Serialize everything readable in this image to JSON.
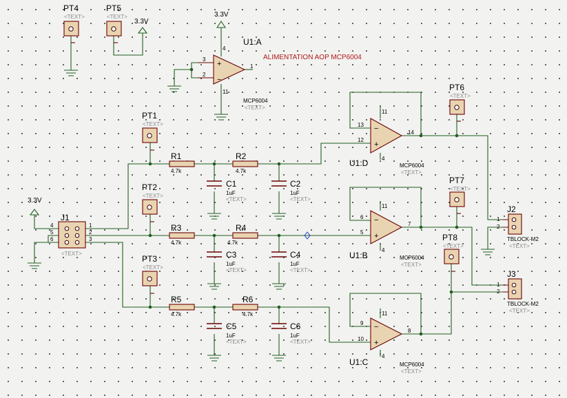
{
  "text_placeholder": "<TEXT>",
  "supply_label": "3.3V",
  "annotation": "ALIMENTATION AOP MCP6004",
  "opamps": {
    "a": {
      "ref": "U1:A",
      "part": "MCP6004",
      "pins": {
        "in_plus": "3",
        "in_minus": "2",
        "out": "1",
        "vdd": "4",
        "vss": "11"
      }
    },
    "d": {
      "ref": "U1:D",
      "part": "MCP6004",
      "pins": {
        "in_minus": "13",
        "in_plus": "12",
        "out": "14",
        "vdd": "11",
        "vss": "4"
      }
    },
    "b": {
      "ref": "U1:B",
      "part": "MCP6004",
      "pins": {
        "in_minus": "6",
        "in_plus": "5",
        "out": "7",
        "vdd": "11",
        "vss": "4"
      }
    },
    "c": {
      "ref": "U1:C",
      "part": "MCP6004",
      "pins": {
        "in_minus": "9",
        "in_plus": "10",
        "out": "8",
        "vdd": "11",
        "vss": "4"
      }
    }
  },
  "resistors": {
    "r1": {
      "ref": "R1",
      "value": "4.7k"
    },
    "r2": {
      "ref": "R2",
      "value": "4.7k"
    },
    "r3": {
      "ref": "R3",
      "value": "4.7k"
    },
    "r4": {
      "ref": "R4",
      "value": "4.7k"
    },
    "r5": {
      "ref": "R5",
      "value": "4.7k"
    },
    "r6": {
      "ref": "R6",
      "value": "4.7k"
    }
  },
  "capacitors": {
    "c1": {
      "ref": "C1",
      "value": "1uF"
    },
    "c2": {
      "ref": "C2",
      "value": "1uF"
    },
    "c3": {
      "ref": "C3",
      "value": "1uF"
    },
    "c4": {
      "ref": "C4",
      "value": "1uF"
    },
    "c5": {
      "ref": "C5",
      "value": "1uF"
    },
    "c6": {
      "ref": "C6",
      "value": "1uF"
    }
  },
  "test_points": {
    "pt1": "PT1",
    "pt2": "PT2",
    "pt3": "PT3",
    "pt4": "PT4",
    "pt5": "PT5",
    "pt6": "PT6",
    "pt7": "PT7",
    "pt8": "PT8"
  },
  "connectors": {
    "j1": {
      "ref": "J1",
      "pins": [
        "1",
        "2",
        "3",
        "4",
        "5",
        "6"
      ]
    },
    "j2": {
      "ref": "J2",
      "part": "TBLOCK-M2",
      "pins": [
        "1",
        "2"
      ]
    },
    "j3": {
      "ref": "J3",
      "part": "TBLOCK-M2",
      "pins": [
        "1",
        "2"
      ]
    }
  },
  "signs": {
    "plus": "+",
    "minus": "−"
  }
}
